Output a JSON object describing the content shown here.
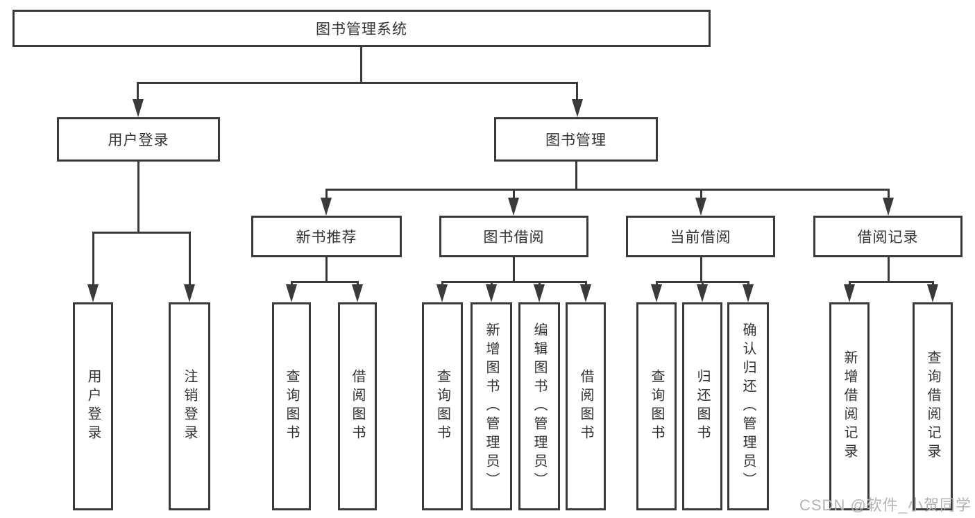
{
  "nodes": {
    "root": "图书管理系统",
    "user_login": "用户登录",
    "book_management": "图书管理",
    "new_books": "新书推荐",
    "book_borrow": "图书借阅",
    "current_borrow": "当前借阅",
    "borrow_records": "借阅记录"
  },
  "leaves": {
    "user_login": [
      "用户登录",
      "注销登录"
    ],
    "new_books": [
      "查询图书",
      "借阅图书"
    ],
    "book_borrow": [
      "查询图书",
      "新增图书（管理员）",
      "编辑图书（管理员）",
      "借阅图书"
    ],
    "current_borrow": [
      "查询图书",
      "归还图书",
      "确认归还（管理员）"
    ],
    "borrow_records": [
      "新增借阅记录",
      "查询借阅记录"
    ]
  },
  "watermark": {
    "text": "CSDN @软件_小贺同学"
  },
  "colors": {
    "line": "#3a3a3a",
    "text": "#333333",
    "watermark": "#b3b3b3",
    "background": "#ffffff"
  }
}
